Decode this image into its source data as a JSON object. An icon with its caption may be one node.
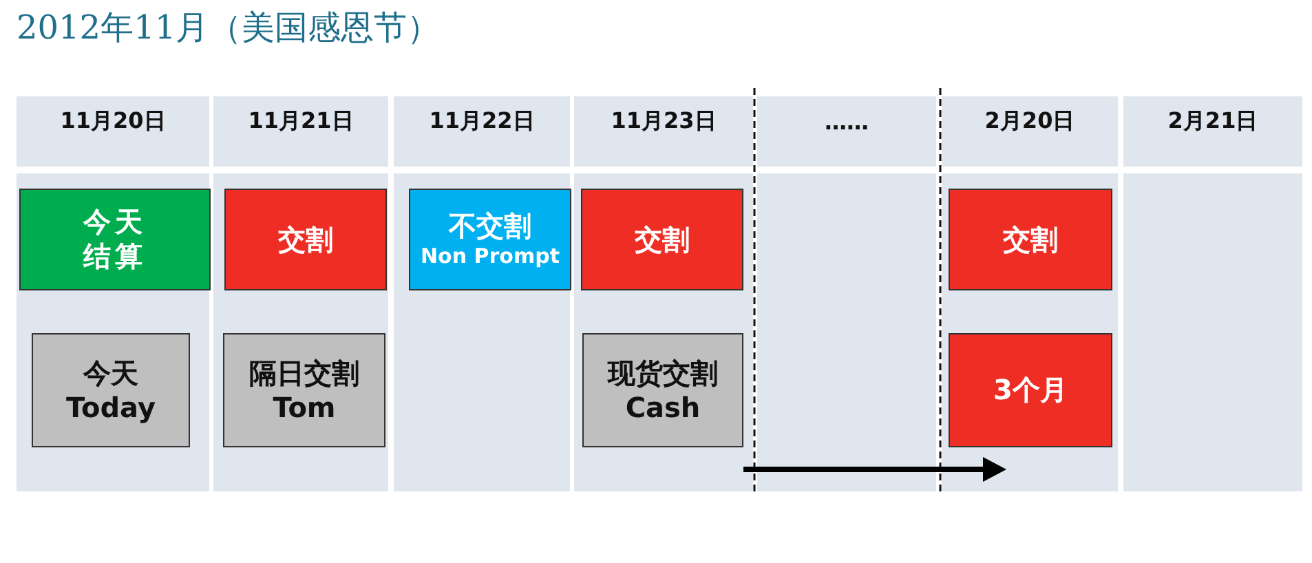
{
  "diagram": {
    "title": "2012年11月（美国感恩节）",
    "nodes": [
      {
        "text": [
          "11月20日"
        ]
      },
      {
        "text": [
          "11月21日"
        ]
      },
      {
        "text": [
          "11月22日"
        ]
      },
      {
        "text": [
          "11月23日"
        ]
      },
      {
        "text": [
          "……"
        ]
      },
      {
        "text": [
          "2月20日"
        ]
      },
      {
        "text": [
          "2月21日"
        ]
      },
      {
        "text": [
          "今天结算"
        ]
      },
      {
        "text": [
          "交割"
        ]
      },
      {
        "text": [
          "不交割",
          "Non Prompt"
        ]
      },
      {
        "text": [
          "交割"
        ]
      },
      {
        "text": [
          "交割"
        ]
      },
      {
        "text": [
          "今天",
          "Today"
        ]
      },
      {
        "text": [
          "隔日交割",
          "Tom"
        ]
      },
      {
        "text": [
          "现货交割",
          "Cash"
        ]
      },
      {
        "text": [
          "3个月"
        ]
      }
    ],
    "edges": []
  }
}
